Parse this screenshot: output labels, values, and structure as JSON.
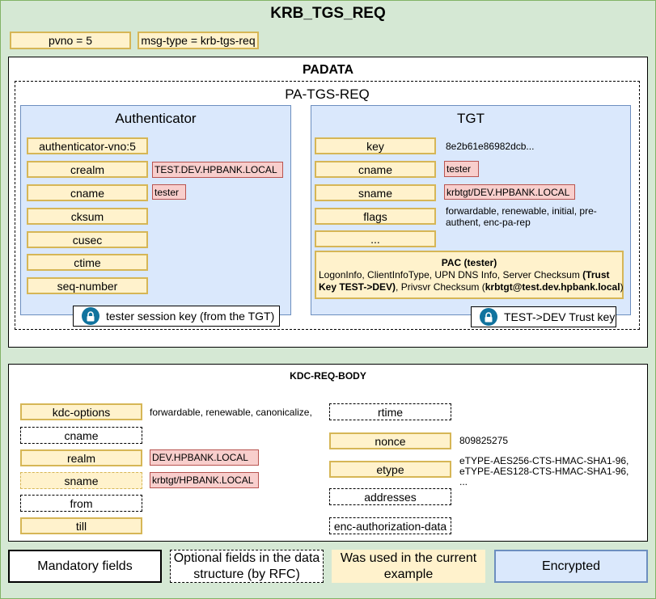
{
  "title": "KRB_TGS_REQ",
  "pvno": "pvno = 5",
  "msg_type": "msg-type = krb-tgs-req",
  "padata": {
    "title": "PADATA",
    "pa_tgs_req": "PA-TGS-REQ",
    "authenticator": {
      "title": "Authenticator",
      "fields": [
        "authenticator-vno:5",
        "crealm",
        "cname",
        "cksum",
        "cusec",
        "ctime",
        "seq-number"
      ],
      "crealm_value": "TEST.DEV.HPBANK.LOCAL",
      "cname_value": "tester",
      "session_key": "tester session key (from the TGT)"
    },
    "tgt": {
      "title": "TGT",
      "fields": [
        "key",
        "cname",
        "sname",
        "flags",
        "..."
      ],
      "key_value": "8e2b61e86982dcb...",
      "cname_value": "tester",
      "sname_value": "krbtgt/DEV.HPBANK.LOCAL",
      "flags_value": "forwardable, renewable, initial, pre-authent, enc-pa-rep",
      "pac": {
        "title": "PAC (tester)",
        "line1": "LogonInfo, ClientInfoType, UPN DNS Info, Server Checksum",
        "trust_key_bold": "(Trust Key TEST->DEV)",
        "privsvr": ", Privsvr Checksum (",
        "privsvr_key_bold": "krbtgt@test.dev.hpbank.local",
        "close": ")"
      },
      "trust_key": "TEST->DEV Trust key"
    }
  },
  "kdc_req_body": {
    "title": "KDC-REQ-BODY",
    "kdc_options": "kdc-options",
    "kdc_options_value": "forwardable, renewable, canonicalize,",
    "cname": "cname",
    "realm": "realm",
    "realm_value": "DEV.HPBANK.LOCAL",
    "sname": "sname",
    "sname_value": "krbtgt/HPBANK.LOCAL",
    "from": "from",
    "till": "till",
    "rtime": "rtime",
    "nonce": "nonce",
    "nonce_value": "809825275",
    "etype": "etype",
    "etype_values": [
      "eTYPE-AES256-CTS-HMAC-SHA1-96,",
      "eTYPE-AES128-CTS-HMAC-SHA1-96,",
      "..."
    ],
    "addresses": "addresses",
    "enc_authorization_data": "enc-authorization-data"
  },
  "legend": {
    "mandatory": "Mandatory fields",
    "optional": "Optional fields in the data structure (by RFC)",
    "used": "Was used in the current example",
    "encrypted": "Encrypted"
  },
  "colors": {
    "green": "#d5e8d4",
    "yellow": "#fff2cc",
    "blue": "#dae8fc",
    "red": "#f8cecc",
    "lock": "#10739e"
  }
}
